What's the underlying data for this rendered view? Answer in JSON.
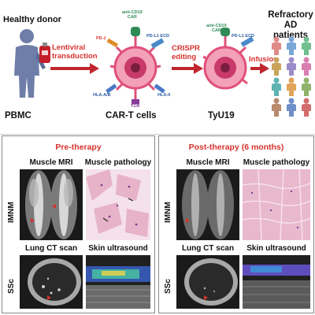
{
  "top": {
    "donor": "Healthy donor",
    "pbmc": "PBMC",
    "step1": [
      "Lentiviral",
      "transduction"
    ],
    "car_t": "CAR-T cells",
    "step2": [
      "CRISPR",
      "editing"
    ],
    "tyu19": "TyU19",
    "step3": "Infusion",
    "patients": [
      "Refractory",
      "AD patients"
    ],
    "markers": {
      "anti_cd19_car": [
        "anti-CD19",
        "CAR"
      ],
      "pd1": "PD-1",
      "pdl1_ecd": "PD-L1 ECD",
      "hla_ab": "HLA-A/B",
      "tcr": "TCR",
      "hla_ii": "HLA-II"
    }
  },
  "pre": {
    "heading": "Pre-therapy",
    "mri": "Muscle MRI",
    "pathology": "Muscle pathology",
    "ct": "Lung CT scan",
    "us": "Skin ultrasound"
  },
  "post": {
    "heading": "Post-therapy (6 months)",
    "mri": "Muscle MRI",
    "pathology": "Muscle pathology",
    "ct": "Lung CT scan",
    "us": "Skin ultrasound"
  },
  "rows": {
    "imnm": "IMNM",
    "ssc": "SSc"
  },
  "colors": {
    "accent_red": "#d6322d",
    "marker_green": "#2e8b57",
    "cell_pink": "#e0507a",
    "nucleus": "#c83a6a",
    "patients": [
      "#e08a8a",
      "#7aa7d6",
      "#6fbf8f",
      "#c9a45c",
      "#9a8cc9",
      "#d97fb0",
      "#5fb3b3",
      "#e0a35a",
      "#8fb36a",
      "#b88a6e",
      "#6f8fc9",
      "#d36d6d"
    ]
  },
  "icons": [
    "person-icon",
    "blood-bag-icon",
    "car-t-cell-icon",
    "tyu19-cell-icon",
    "arrow-right-icon",
    "patient-icon"
  ]
}
